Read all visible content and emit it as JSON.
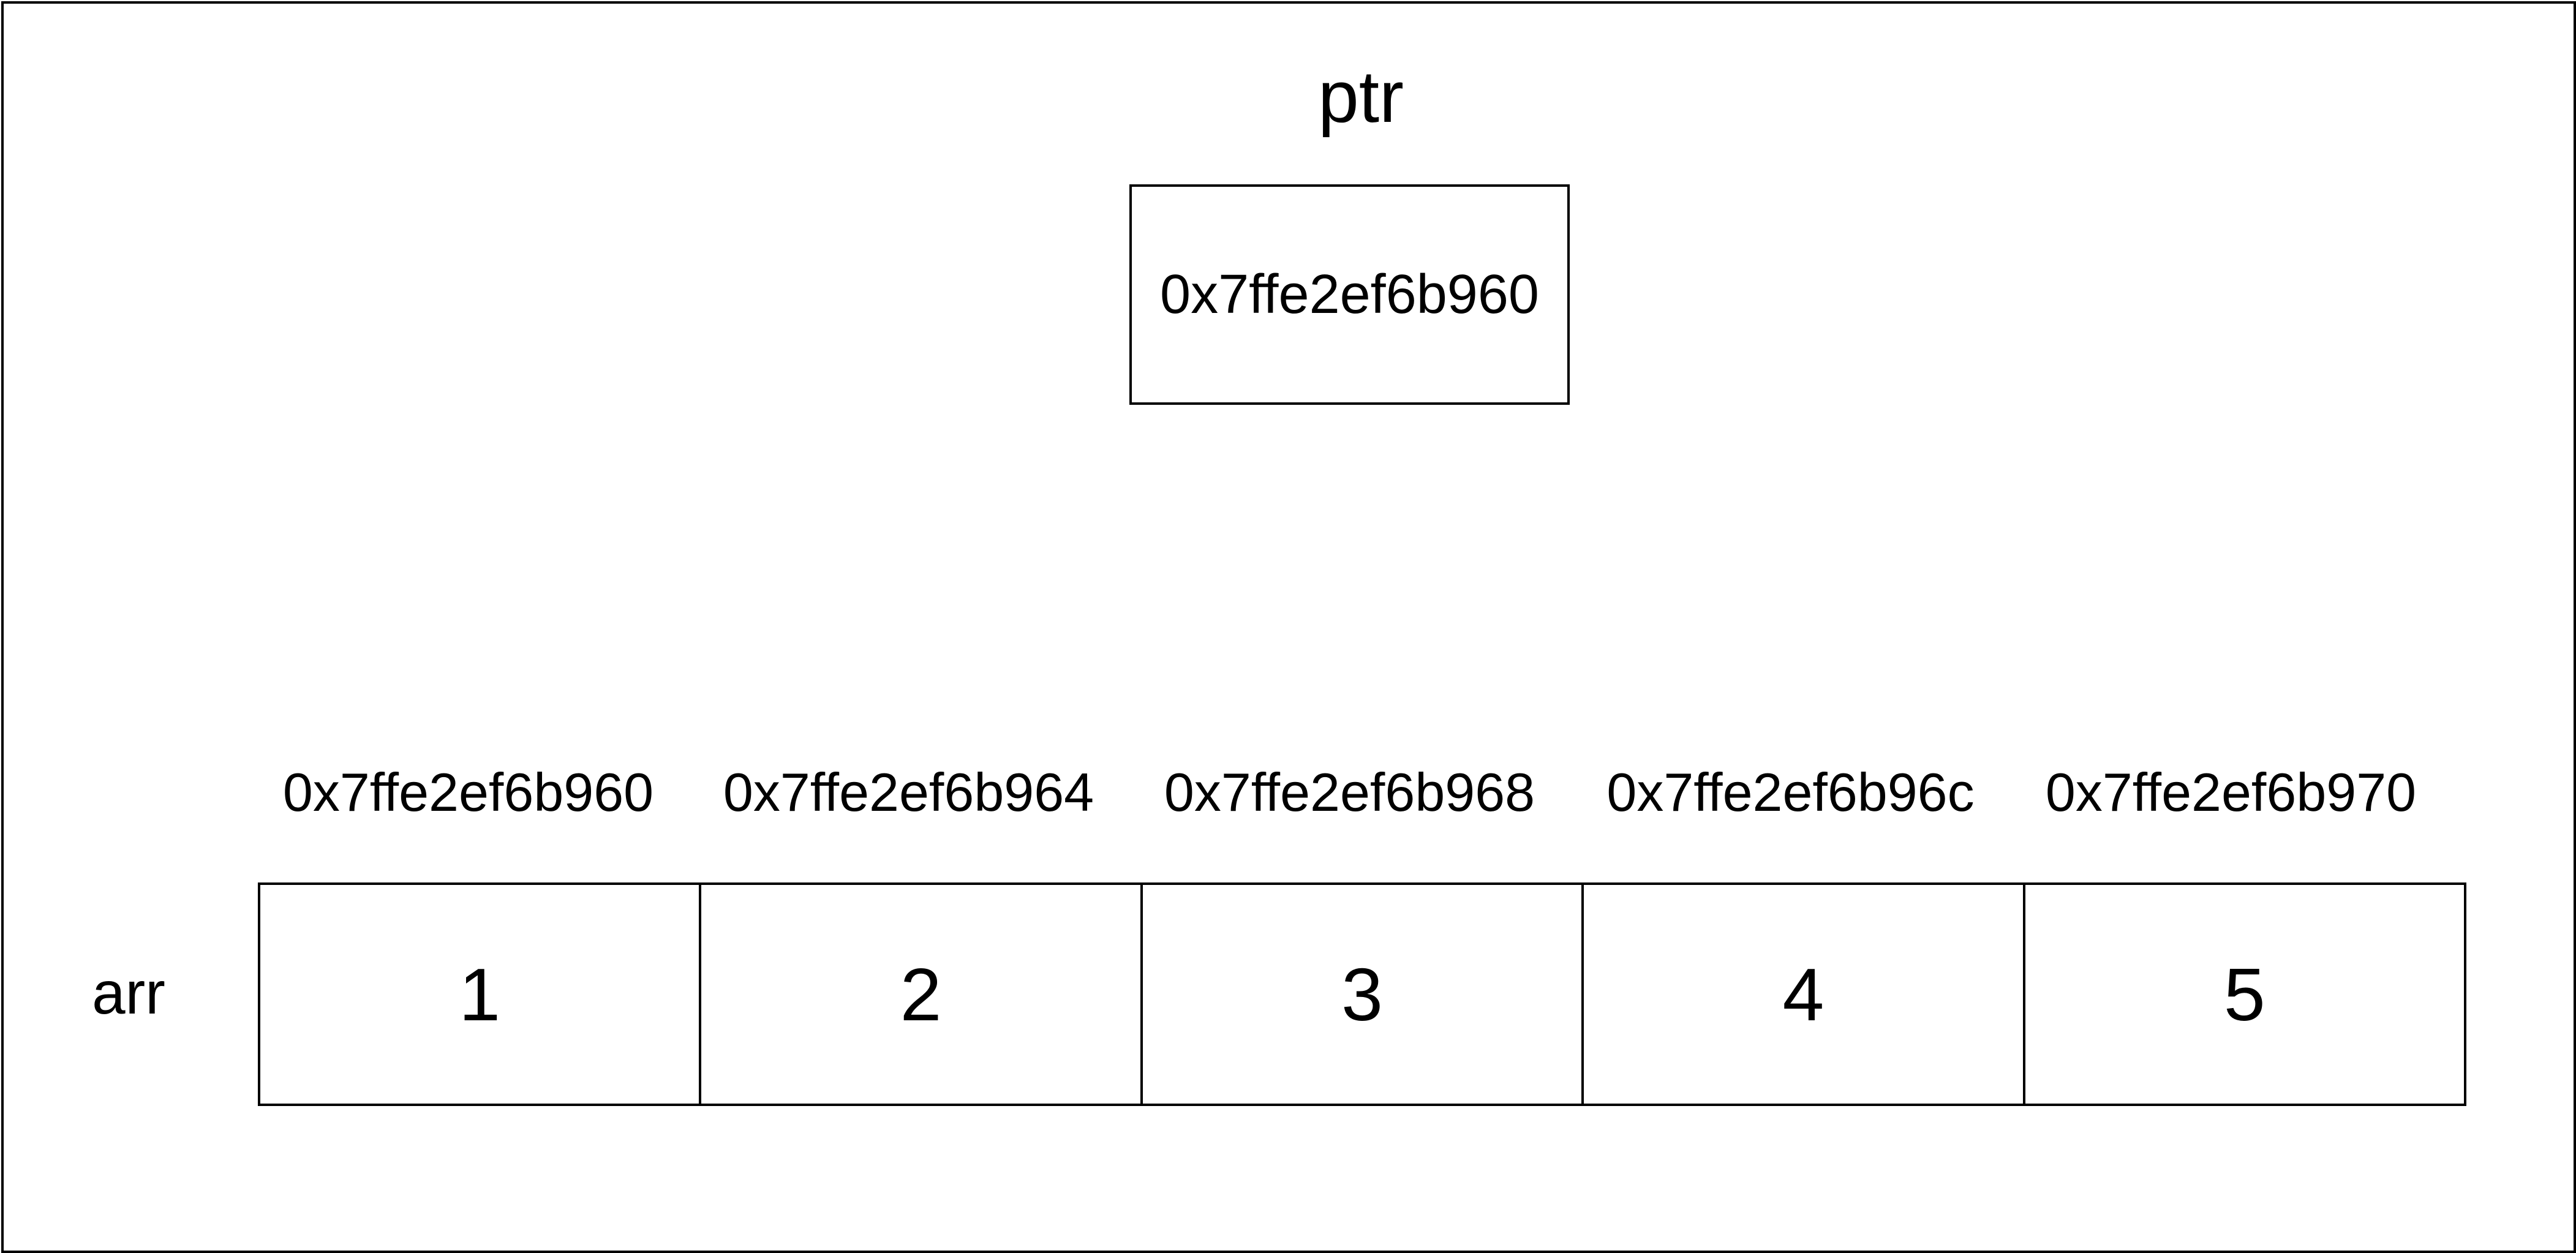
{
  "pointer": {
    "name": "ptr",
    "value": "0x7ffe2ef6b960"
  },
  "array": {
    "name": "arr",
    "elements": [
      {
        "address": "0x7ffe2ef6b960",
        "value": "1"
      },
      {
        "address": "0x7ffe2ef6b964",
        "value": "2"
      },
      {
        "address": "0x7ffe2ef6b968",
        "value": "3"
      },
      {
        "address": "0x7ffe2ef6b96c",
        "value": "4"
      },
      {
        "address": "0x7ffe2ef6b970",
        "value": "5"
      }
    ]
  },
  "colors": {
    "stroke": "#000000",
    "background": "#ffffff",
    "text": "#000000"
  }
}
